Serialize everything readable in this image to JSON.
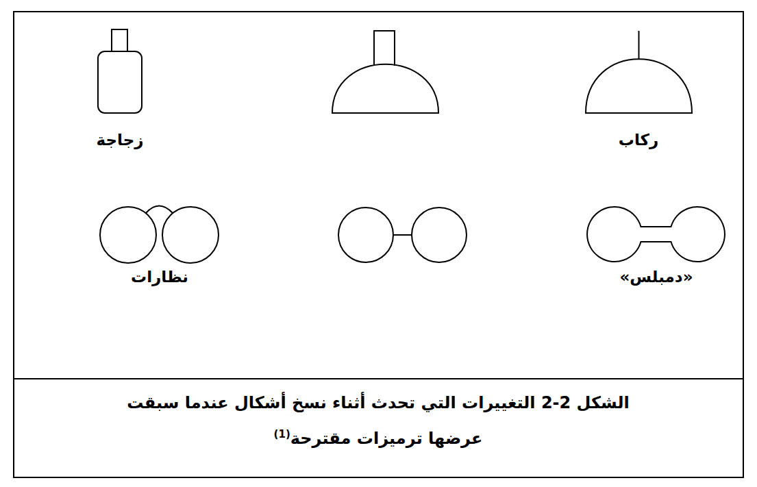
{
  "diagram": {
    "caption": "الشكل 2-2 التغييرات التي تحدث أثناء نسخ أشكال عندما سبقت عرضها ترميزات مقترحة",
    "labels": [
      "ركاب",
      "زجاجة",
      "«دمبلس»",
      "نظارات",
      "(1)"
    ]
  }
}
